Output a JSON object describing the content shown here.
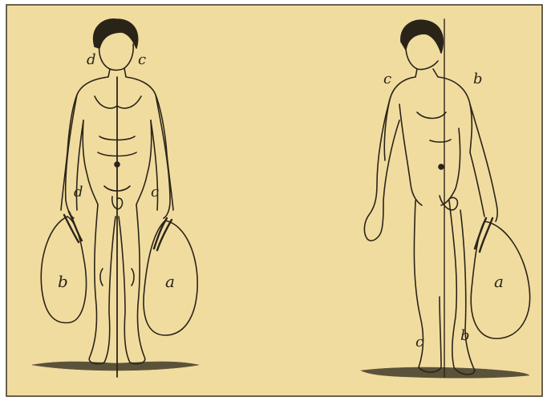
{
  "illustration": {
    "background_color": "#f1dca0",
    "ink_color": "#2a2418",
    "left_figure": {
      "head_left_label": "d",
      "head_right_label": "c",
      "left_hip_label": "d",
      "right_hip_label": "c",
      "bag_left_label": "b",
      "bag_right_label": "a"
    },
    "right_figure": {
      "shoulder_left_label": "c",
      "shoulder_right_label": "b",
      "bag_label": "a",
      "ankle_left_label": "c",
      "ankle_right_label": "b"
    }
  }
}
